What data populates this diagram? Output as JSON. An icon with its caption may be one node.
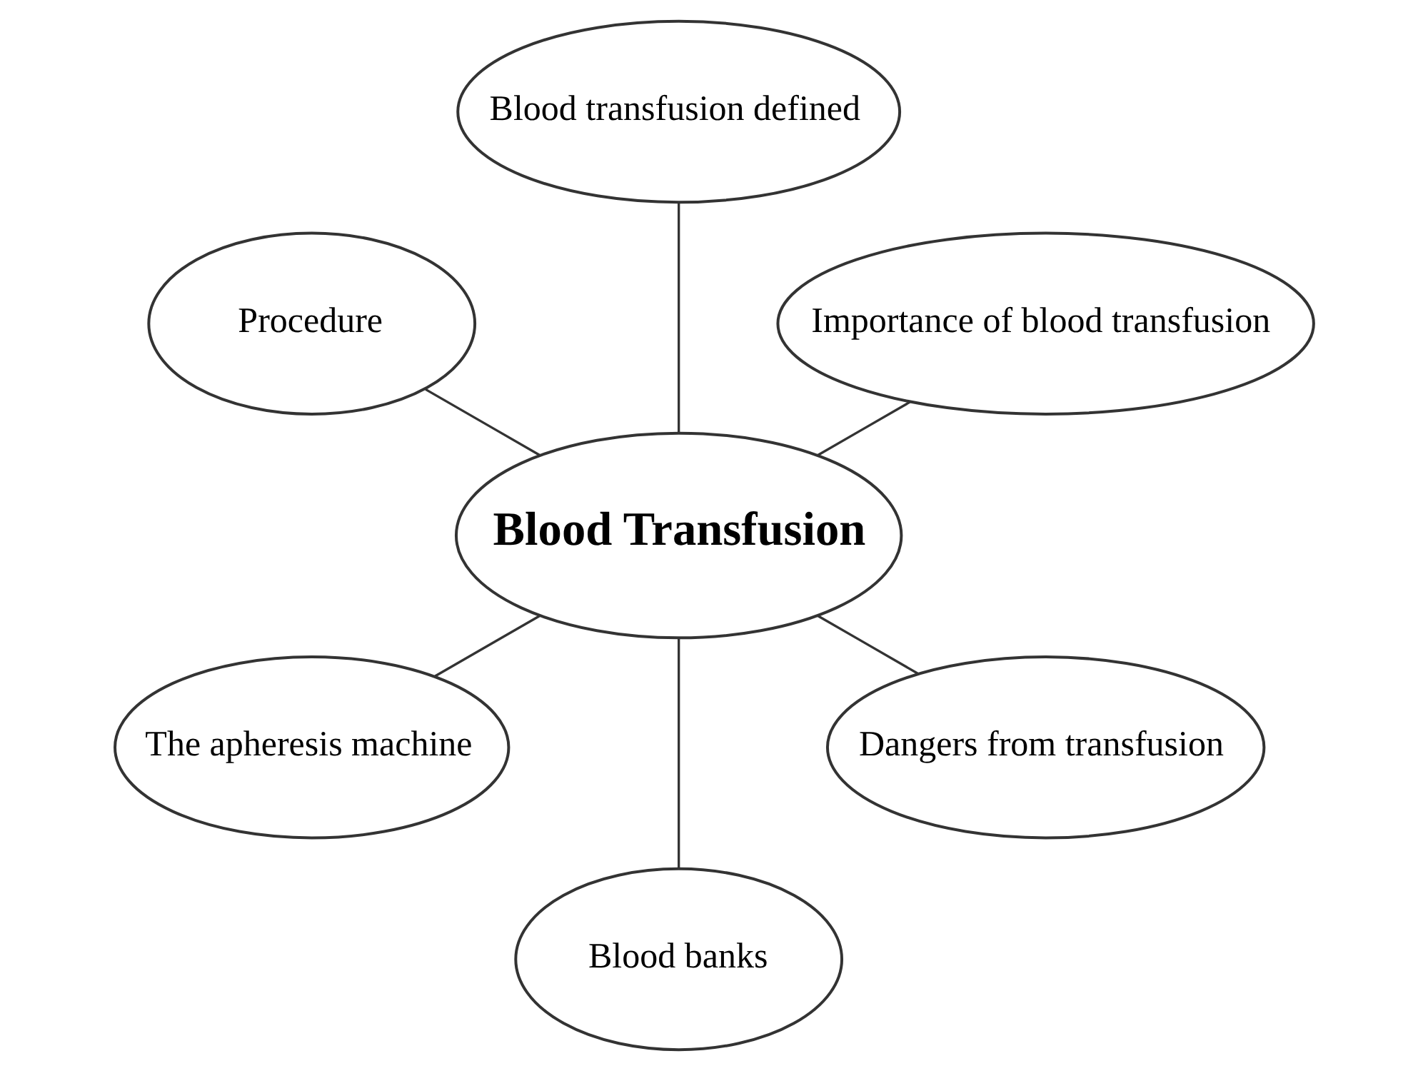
{
  "diagram": {
    "nodes": [
      {
        "text": [
          "Importance of blood transfusion"
        ]
      },
      {
        "text": [
          "Blood transfusion defined"
        ]
      },
      {
        "text": [
          "Procedure"
        ]
      },
      {
        "text": [
          "Blood Transfusion"
        ]
      },
      {
        "text": [
          "The apheresis machine"
        ]
      },
      {
        "text": [
          "Blood banks"
        ]
      },
      {
        "text": [
          "Dangers from transfusion"
        ]
      }
    ],
    "edges": [
      {
        "from": 3,
        "to": 0,
        "arrow": "none"
      },
      {
        "from": 3,
        "to": 1,
        "arrow": "none"
      },
      {
        "from": 3,
        "to": 2,
        "arrow": "none"
      },
      {
        "from": 3,
        "to": 4,
        "arrow": "none"
      },
      {
        "from": 3,
        "to": 5,
        "arrow": "none"
      },
      {
        "from": 3,
        "to": 6,
        "arrow": "none"
      }
    ]
  }
}
